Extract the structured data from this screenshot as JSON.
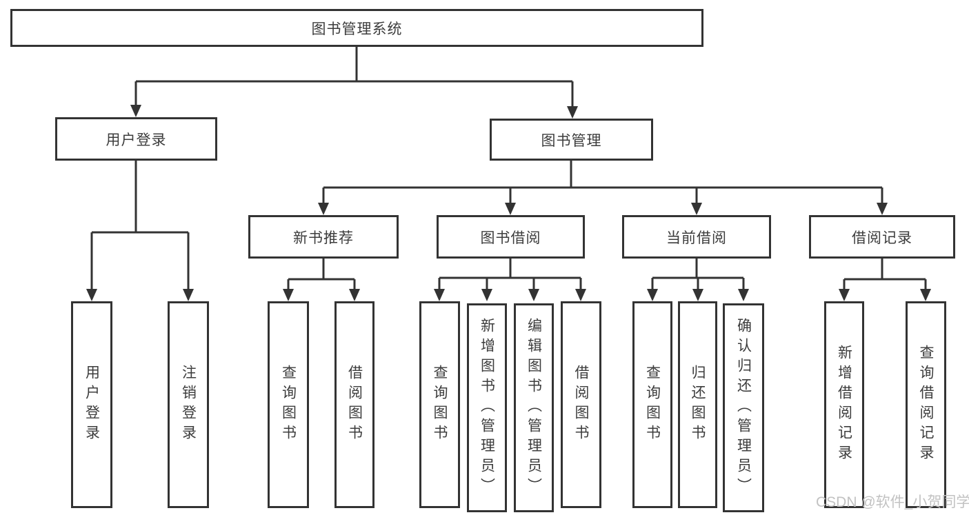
{
  "colors": {
    "background": "#ffffff",
    "line": "#333333",
    "box_border": "#333333",
    "text": "#3c3c3c",
    "watermark_text": "#c2c2c2"
  },
  "watermark": {
    "text": "CSDN @软件_小贺同学"
  },
  "tree": {
    "root": {
      "label": "图书管理系统"
    },
    "branches": [
      {
        "label": "用户登录",
        "children": [
          {
            "label": "用户登录"
          },
          {
            "label": "注销登录"
          }
        ]
      },
      {
        "label": "图书管理",
        "children": [
          {
            "label": "新书推荐",
            "children": [
              {
                "label": "查询图书"
              },
              {
                "label": "借阅图书"
              }
            ]
          },
          {
            "label": "图书借阅",
            "children": [
              {
                "label": "查询图书"
              },
              {
                "label": "新增图书（管理员）"
              },
              {
                "label": "编辑图书（管理员）"
              },
              {
                "label": "借阅图书"
              }
            ]
          },
          {
            "label": "当前借阅",
            "children": [
              {
                "label": "查询图书"
              },
              {
                "label": "归还图书"
              },
              {
                "label": "确认归还（管理员）"
              }
            ]
          },
          {
            "label": "借阅记录",
            "children": [
              {
                "label": "新增借阅记录"
              },
              {
                "label": "查询借阅记录"
              }
            ]
          }
        ]
      }
    ]
  }
}
